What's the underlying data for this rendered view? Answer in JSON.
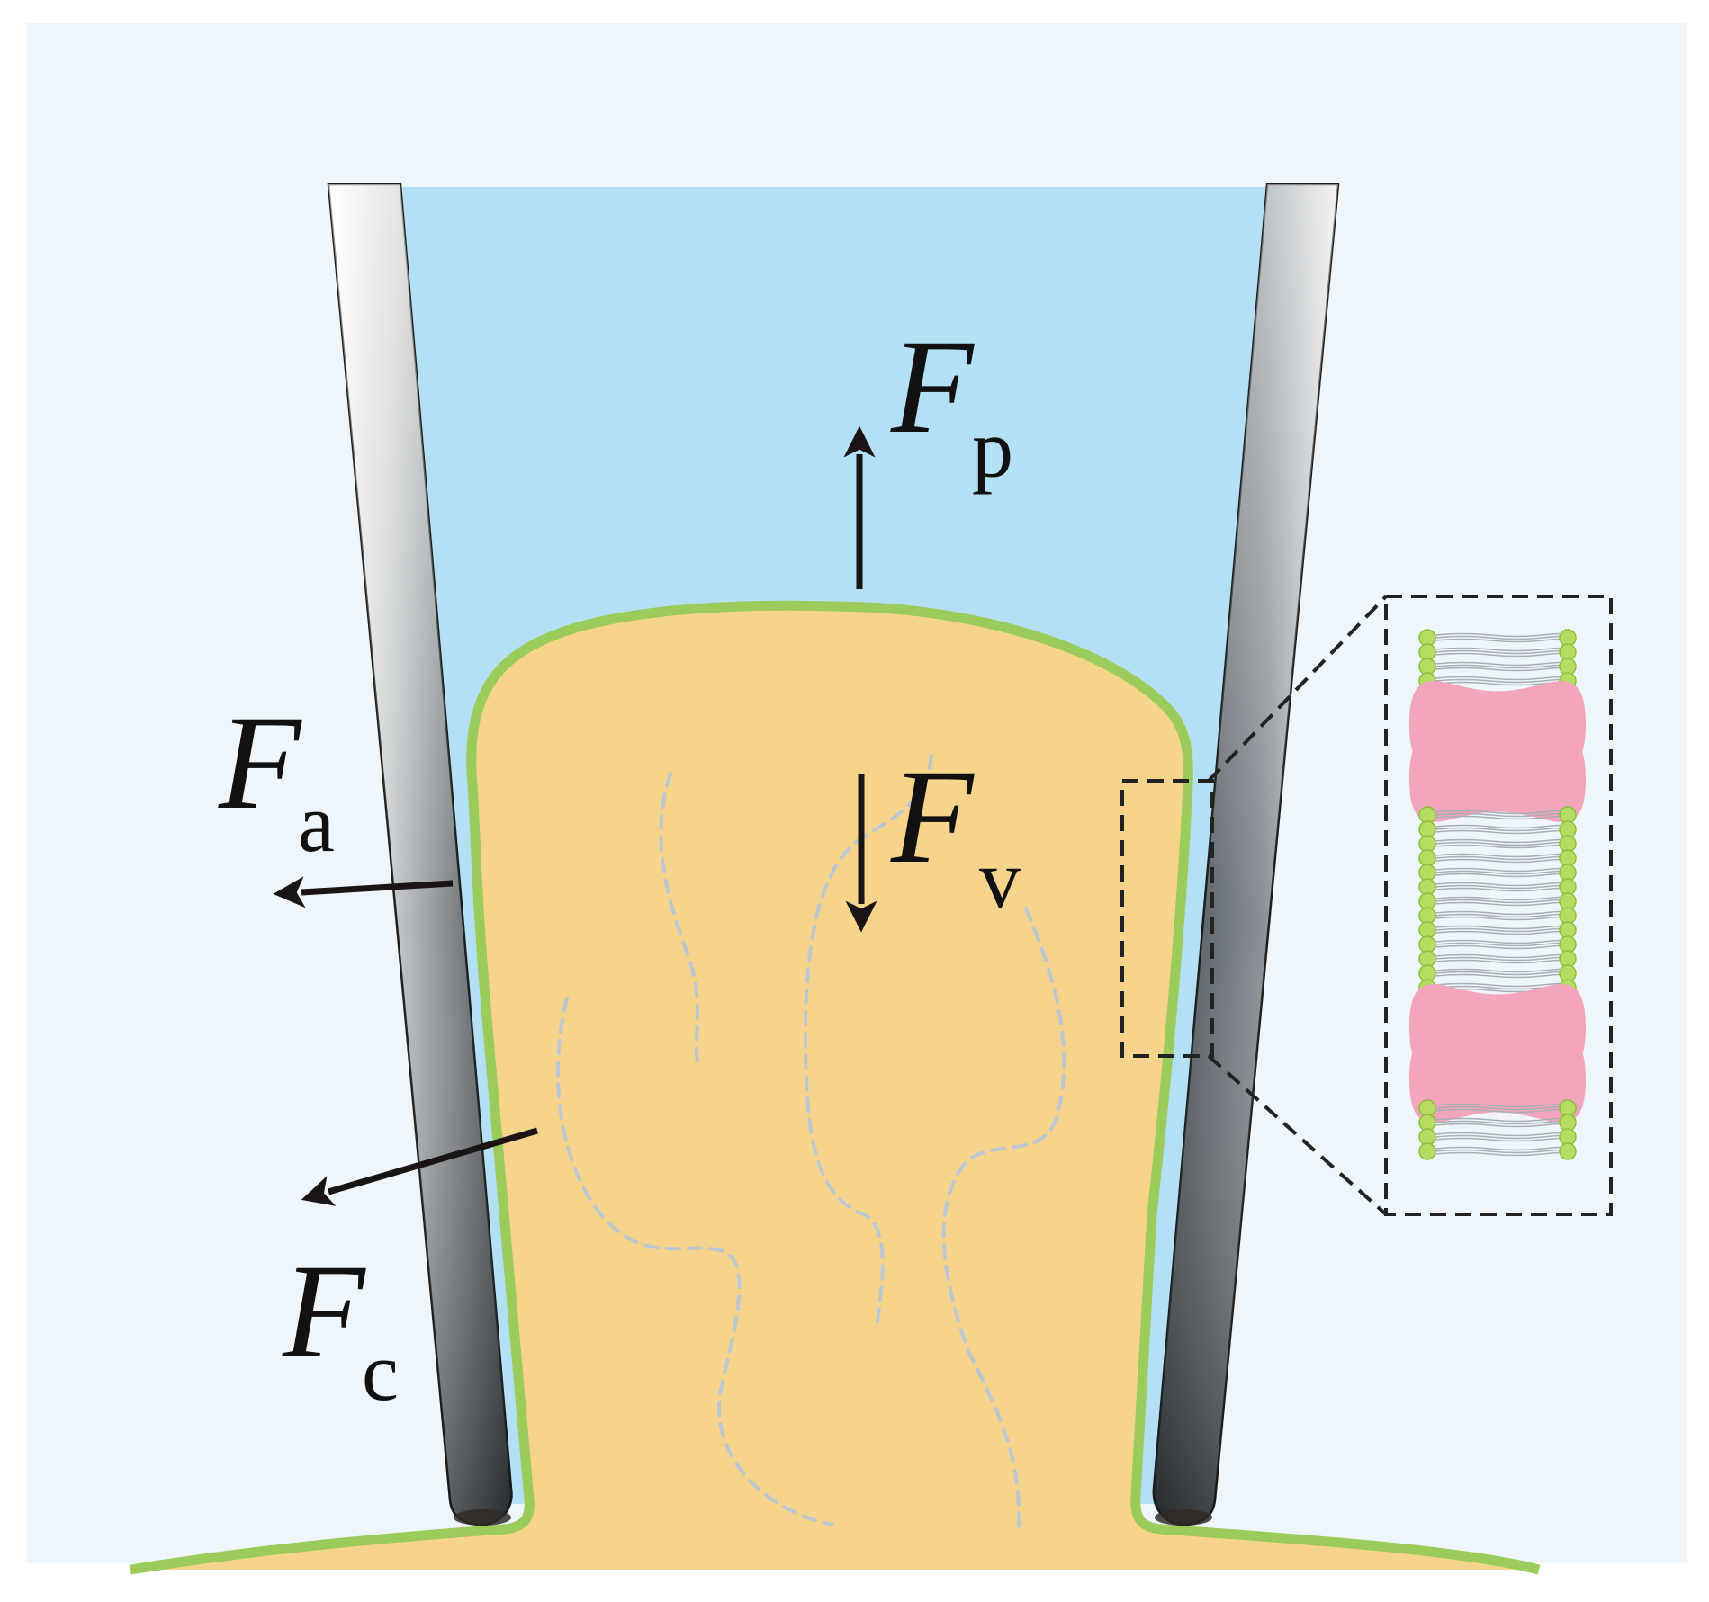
{
  "figure": {
    "forces": [
      {
        "id": "p",
        "symbol": "F",
        "subscript": "p"
      },
      {
        "id": "v",
        "symbol": "F",
        "subscript": "v"
      },
      {
        "id": "a",
        "symbol": "F",
        "subscript": "a"
      },
      {
        "id": "c",
        "symbol": "F",
        "subscript": "c"
      }
    ],
    "colors": {
      "background": "#eef6fb",
      "fluid": "#b3e0f5",
      "cell": "#f7d48b",
      "membrane": "#9bcb5a",
      "cytoskeleton": "#bcc7d2",
      "pipette_dark": "#2e3439",
      "pipette_light": "#f2f2f2",
      "arrow": "#1a1414",
      "protein": "#f3a5bb",
      "lipid_head": "#b6dd63",
      "lipid_tail": "#a9aeb5",
      "inset_border": "#222222"
    }
  }
}
